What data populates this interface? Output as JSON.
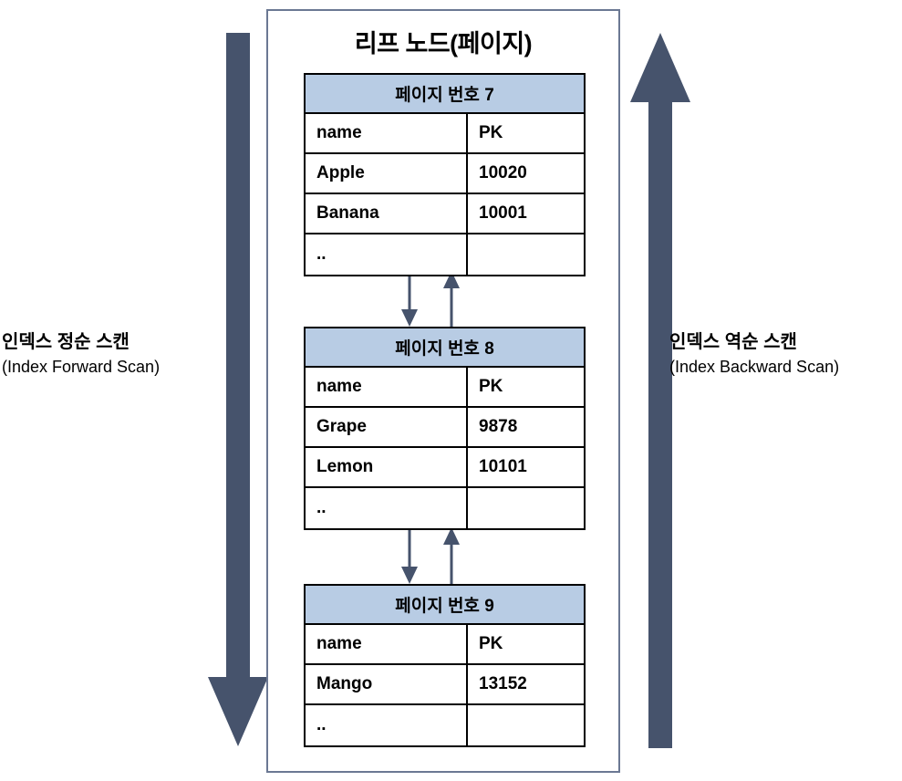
{
  "diagram": {
    "title": "리프 노드(페이지)",
    "colors": {
      "header_fill": "#b8cce4",
      "arrow": "#46536c",
      "outer_border": "#6b7893",
      "table_border": "#000000",
      "text": "#000000"
    }
  },
  "labels": {
    "forward": {
      "ko": "인덱스 정순 스캔",
      "en": "(Index Forward Scan)"
    },
    "backward": {
      "ko": "인덱스 역순 스캔",
      "en": "(Index Backward Scan)"
    }
  },
  "arrows": {
    "forward_arrow_name": "index-forward-scan-arrow-down",
    "backward_arrow_name": "index-backward-scan-arrow-up",
    "connector_down_name": "page-link-next-arrow",
    "connector_up_name": "page-link-prev-arrow"
  },
  "pages": [
    {
      "header": "페이지 번호 7",
      "columns": [
        "name",
        "PK"
      ],
      "rows": [
        [
          "Apple",
          "10020"
        ],
        [
          "Banana",
          "10001"
        ],
        [
          "..",
          ""
        ]
      ]
    },
    {
      "header": "페이지 번호 8",
      "columns": [
        "name",
        "PK"
      ],
      "rows": [
        [
          "Grape",
          "9878"
        ],
        [
          "Lemon",
          "10101"
        ],
        [
          "..",
          ""
        ]
      ]
    },
    {
      "header": "페이지 번호 9",
      "columns": [
        "name",
        "PK"
      ],
      "rows": [
        [
          "Mango",
          "13152"
        ],
        [
          "..",
          ""
        ]
      ]
    }
  ]
}
